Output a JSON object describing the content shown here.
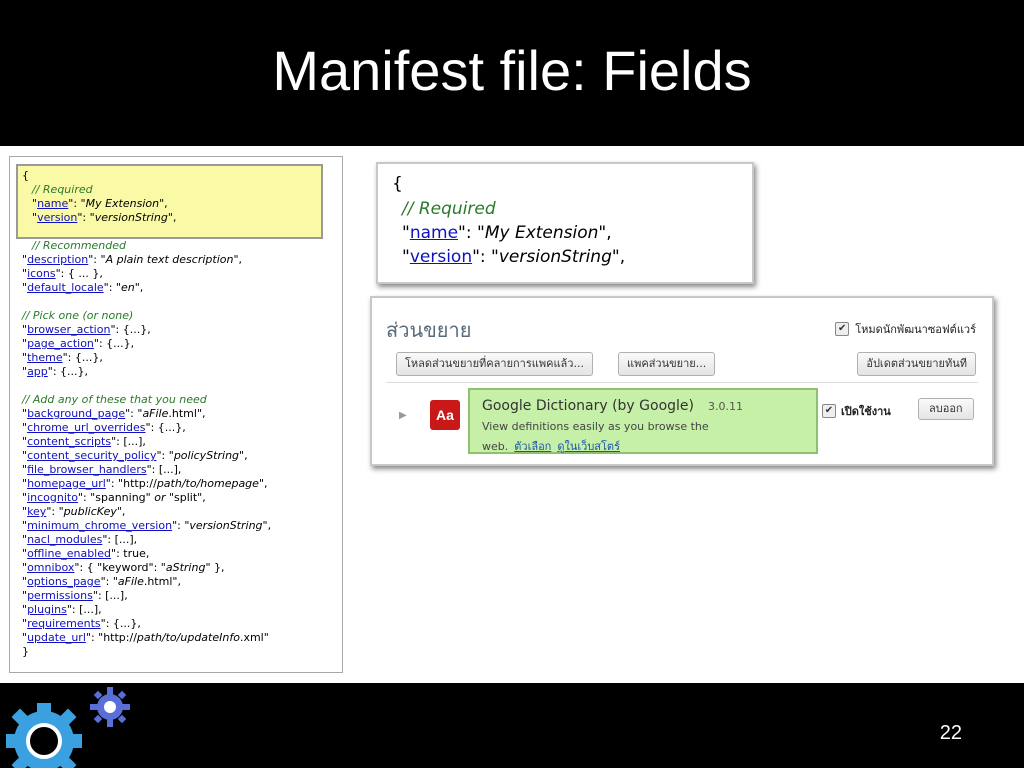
{
  "slide": {
    "title": "Manifest file: Fields",
    "number": "22"
  },
  "manifest_code": {
    "open_brace": "{",
    "close_brace": "}",
    "required_comment": "// Required",
    "recommended_comment": "// Recommended",
    "pick_comment": "// Pick one (or none)",
    "add_comment": "// Add any of these that you need",
    "lines": {
      "name_key": "name",
      "name_val": "My Extension",
      "version_key": "version",
      "version_val": "versionString",
      "description_key": "description",
      "description_val": "A plain text description",
      "icons_key": "icons",
      "icons_val": ": { ... },",
      "default_locale_key": "default_locale",
      "default_locale_val": "en",
      "browser_action_key": "browser_action",
      "browser_action_val": ": {...},",
      "page_action_key": "page_action",
      "page_action_val": ": {...},",
      "theme_key": "theme",
      "theme_val": ": {...},",
      "app_key": "app",
      "app_val": ": {...},",
      "background_page_key": "background_page",
      "background_page_val1": "aFile",
      "background_page_val2": ".html\",",
      "chrome_url_overrides_key": "chrome_url_overrides",
      "chrome_url_overrides_val": ": {...},",
      "content_scripts_key": "content_scripts",
      "content_scripts_val": ": [...],",
      "content_security_policy_key": "content_security_policy",
      "content_security_policy_val": "policyString",
      "file_browser_handlers_key": "file_browser_handlers",
      "file_browser_handlers_val": ": [...],",
      "homepage_url_key": "homepage_url",
      "homepage_url_val1": ": \"http://",
      "homepage_url_val2": "path/to/homepage",
      "incognito_key": "incognito",
      "incognito_val1": ": \"spanning\" ",
      "incognito_or": "or",
      "incognito_val2": " \"split\",",
      "key_key": "key",
      "key_val": "publicKey",
      "minimum_chrome_version_key": "minimum_chrome_version",
      "minimum_chrome_version_val": "versionString",
      "nacl_modules_key": "nacl_modules",
      "nacl_modules_val": ": [...],",
      "offline_enabled_key": "offline_enabled",
      "offline_enabled_val": ": true,",
      "omnibox_key": "omnibox",
      "omnibox_val1": ": { \"keyword\": \"",
      "omnibox_val2": "aString",
      "options_page_key": "options_page",
      "options_page_val1": "aFile",
      "options_page_val2": ".html\",",
      "permissions_key": "permissions",
      "permissions_val": ": [...],",
      "plugins_key": "plugins",
      "plugins_val": ": [...],",
      "requirements_key": "requirements",
      "requirements_val": ": {...},",
      "update_url_key": "update_url",
      "update_url_val1": ": \"http://",
      "update_url_val2": "path/to/updateInfo"
    }
  },
  "zoom_snippet": {
    "brace": "{",
    "comment": "// Required",
    "name_key": "name",
    "name_val": "My Extension",
    "version_key": "version",
    "version_val": "versionString"
  },
  "extensions_page": {
    "title": "ส่วนขยาย",
    "dev_mode_label": "โหมดนักพัฒนาซอฟต์แวร์",
    "load_unpacked_button": "โหลดส่วนขยายที่คลายการแพคแล้ว...",
    "pack_button": "แพคส่วนขยาย...",
    "update_button": "อัปเดตส่วนขยายทันที",
    "extension": {
      "icon_text": "Aa",
      "name": "Google Dictionary (by Google)",
      "version": "3.0.11",
      "description_line1": "View definitions easily as you browse the",
      "description_line2": "web.",
      "options_link": "ตัวเลือก",
      "store_link": "ดูในเว็บสโตร์",
      "enabled_label": "เปิดใช้งาน",
      "remove_button": "ลบออก"
    }
  }
}
